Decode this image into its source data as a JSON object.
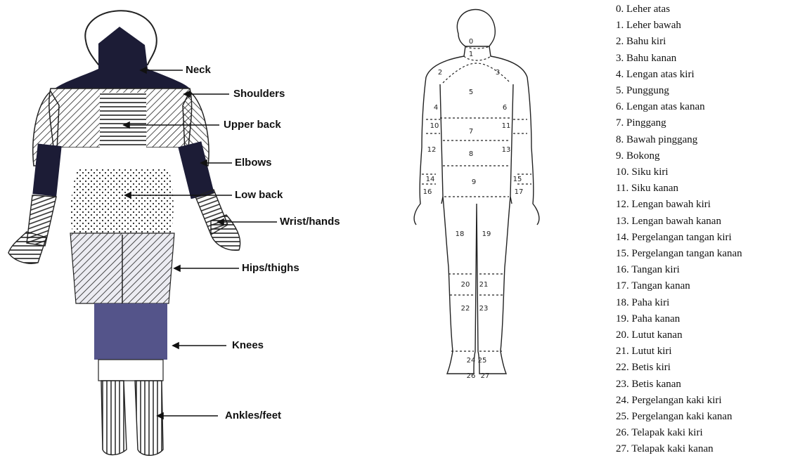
{
  "body_map_regions": {
    "neck": "Neck",
    "shoulders": "Shoulders",
    "upper_back": "Upper back",
    "elbows": "Elbows",
    "low_back": "Low back",
    "wrist_hands": "Wrist/hands",
    "hips_thighs": "Hips/thighs",
    "knees": "Knees",
    "ankles_feet": "Ankles/feet"
  },
  "nordic_map_numbers": [
    "0",
    "1",
    "2",
    "3",
    "4",
    "5",
    "6",
    "7",
    "8",
    "9",
    "10",
    "11",
    "12",
    "13",
    "14",
    "15",
    "16",
    "17",
    "18",
    "19",
    "20",
    "21",
    "22",
    "23",
    "24",
    "25",
    "26",
    "27"
  ],
  "legend": [
    "0. Leher atas",
    "1. Leher bawah",
    "2. Bahu kiri",
    "3. Bahu kanan",
    "4. Lengan atas kiri",
    "5. Punggung",
    "6. Lengan atas kanan",
    "7. Pinggang",
    "8. Bawah pinggang",
    "9. Bokong",
    "10. Siku kiri",
    "11. Siku kanan",
    "12. Lengan bawah kiri",
    "13. Lengan bawah kanan",
    "14. Pergelangan tangan kiri",
    "15. Pergelangan tangan kanan",
    "16. Tangan kiri",
    "17. Tangan kanan",
    "18. Paha kiri",
    "19. Paha kanan",
    "20. Lutut kanan",
    "21. Lutut kiri",
    "22. Betis kiri",
    "23. Betis kanan",
    "24. Pergelangan kaki kiri",
    "25. Pergelangan kaki kanan",
    "26. Telapak kaki kiri",
    "27. Telapak kaki kanan"
  ],
  "colors": {
    "dark_region": "#1c1c36",
    "knee_region": "#54548a",
    "ink": "#111111"
  }
}
